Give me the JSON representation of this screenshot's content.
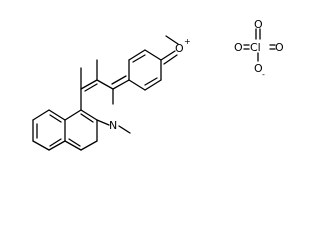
{
  "structure": {
    "atoms": {
      "n_label": "N",
      "o_label": "O",
      "o_charge": "+",
      "cl_label": "Cl",
      "perchlorate_o_top": "O",
      "perchlorate_o_left": "O",
      "perchlorate_o_right": "O",
      "perchlorate_o_bottom": "O",
      "perchlorate_o_bottom_charge": "-"
    }
  }
}
